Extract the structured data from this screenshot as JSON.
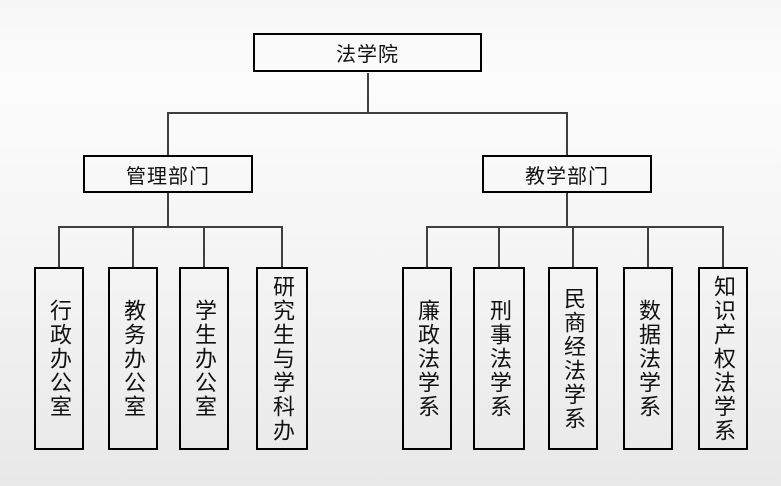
{
  "diagram": {
    "type": "org-chart",
    "root": {
      "label": "法学院"
    },
    "branches": [
      {
        "label": "管理部门",
        "children": [
          {
            "label": "行政办公室"
          },
          {
            "label": "教务办公室"
          },
          {
            "label": "学生办公室"
          },
          {
            "label": "研究生与学科办"
          }
        ]
      },
      {
        "label": "教学部门",
        "children": [
          {
            "label": "廉政法学系"
          },
          {
            "label": "刑事法学系"
          },
          {
            "label": "民商经法学系"
          },
          {
            "label": "数据法学系"
          },
          {
            "label": "知识产权法学系"
          }
        ]
      }
    ],
    "colors": {
      "box_border": "#000000",
      "connector": "#3f3f3f",
      "text": "#111111",
      "background_top": "#f7f7f7",
      "background_bottom": "#e8e8e8"
    }
  }
}
